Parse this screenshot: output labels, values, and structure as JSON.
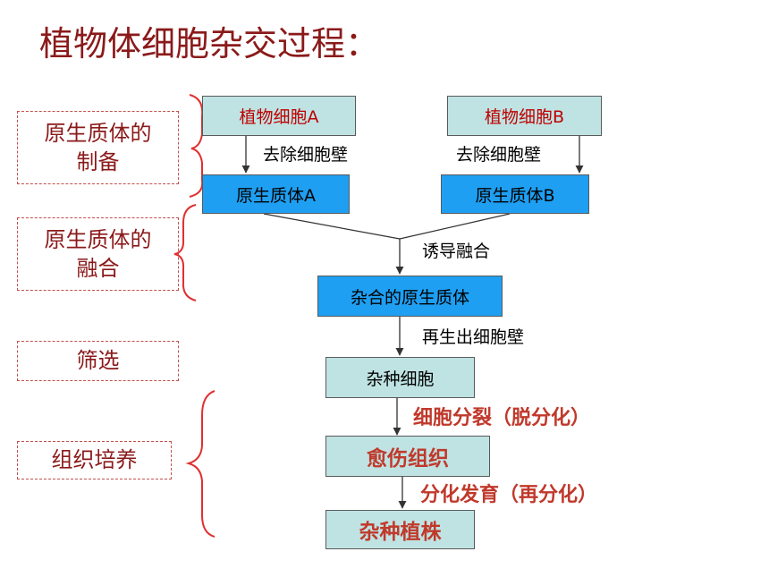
{
  "title": "植物体细胞杂交过程：",
  "stages": {
    "prep": "原生质体的\n制备",
    "fusion": "原生质体的\n融合",
    "screen": "筛选",
    "culture": "组织培养"
  },
  "boxes": {
    "cell_a": "植物细胞A",
    "cell_b": "植物细胞B",
    "proto_a": "原生质体A",
    "proto_b": "原生质体B",
    "hybrid_proto": "杂合的原生质体",
    "hybrid_cell": "杂种细胞",
    "callus": "愈伤组织",
    "plant": "杂种植株"
  },
  "steps": {
    "remove_wall_a": "去除细胞壁",
    "remove_wall_b": "去除细胞壁",
    "induce_fusion": "诱导融合",
    "regen_wall": "再生出细胞壁",
    "dediff": "细胞分裂（脱分化）",
    "rediff": "分化发育（再分化）"
  },
  "colors": {
    "title": "#8b1a1a",
    "blue_box": "#1e9ff2",
    "teal_box": "#bfe3e3",
    "bracket": "#e03030",
    "bold_red": "#c0392b"
  }
}
